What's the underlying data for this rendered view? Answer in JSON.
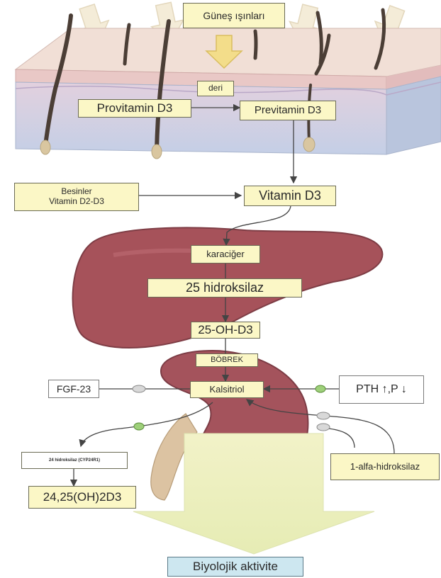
{
  "labels": {
    "sun": "Güneş ışınları",
    "skin": "deri",
    "provitamin": "Provitamin D3",
    "previtamin": "Previtamin D3",
    "food_line1": "Besinler",
    "food_line2": "Vitamin D2-D3",
    "vitd3": "Vitamin D3",
    "liver": "karaciğer",
    "hydroxylase25": "25 hidroksilaz",
    "ohd3": "25-OH-D3",
    "kidney": "BÖBREK",
    "calcitriol": "Kalsitriol",
    "fgf23": "FGF-23",
    "pth": "PTH ↑,P ↓",
    "enzyme24": "24 hidroksilaz (CYP24R1)",
    "product24": "24,25(OH)2D3",
    "alpha1": "1-alfa-hidroksilaz",
    "bio": "Biyolojik aktivite"
  },
  "colors": {
    "label_box": "#fbf7c6",
    "skin_surface": "#f5e4dc",
    "skin_dermis": "#cdd7ea",
    "liver": "#a6525a",
    "kidney": "#a4535c",
    "outcome_box": "#cde7f0",
    "arrow": "#444444"
  },
  "icons": {
    "sunray": "sunray-arrow-icon",
    "minus": "inhibition-minus-icon",
    "plus": "stimulation-plus-icon"
  }
}
